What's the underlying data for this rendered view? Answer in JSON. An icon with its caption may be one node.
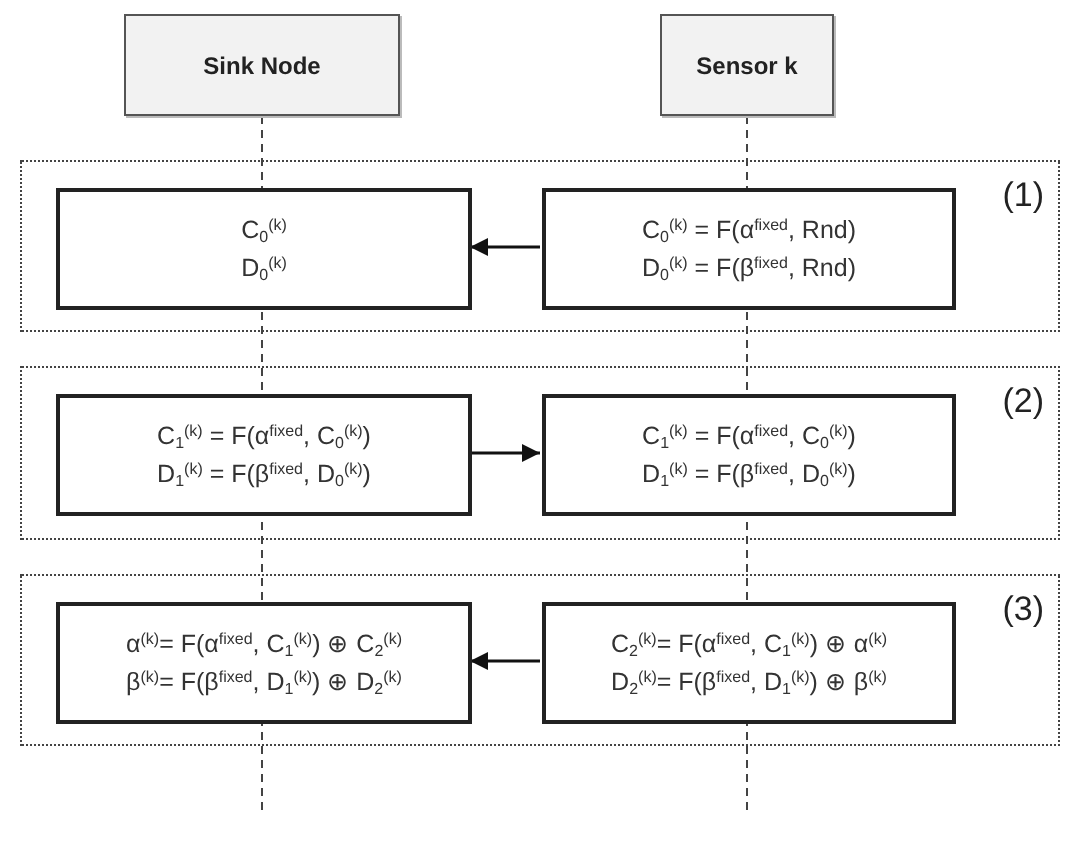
{
  "diagram": {
    "nodes": [
      {
        "text": [
          "Sink Node"
        ]
      },
      {
        "text": [
          "Sensor k"
        ]
      },
      {
        "text": [
          "(1)"
        ]
      },
      {
        "text": [
          "C$_{0}$$^{(k)}$",
          "D$_{0}$$^{(k)}$"
        ],
        "in": 2
      },
      {
        "text": [
          "C$_{0}$$^{(k)}$ = F(α$^{fixed}$, Rnd)",
          "D$_{0}$$^{(k)}$ = F(β$^{fixed}$, Rnd)"
        ],
        "in": 2
      },
      {
        "text": [
          "(2)"
        ]
      },
      {
        "text": [
          "C$_{1}$$^{(k)}$ = F(α$^{fixed}$, C$_{0}$$^{(k)}$)",
          "D$_{1}$$^{(k)}$ = F(β$^{fixed}$, D$_{0}$$^{(k)}$)"
        ],
        "in": 5
      },
      {
        "text": [
          "C$_{1}$$^{(k)}$ = F(α$^{fixed}$, C$_{0}$$^{(k)}$)",
          "D$_{1}$$^{(k)}$ = F(β$^{fixed}$, D$_{0}$$^{(k)}$)"
        ],
        "in": 5
      },
      {
        "text": [
          "(3)"
        ]
      },
      {
        "text": [
          "α$^{(k)}$= F(α$^{fixed}$, C$_{1}$$^{(k)}$) ⊕ C$_{2}$$^{(k)}$",
          "β$^{(k)}$= F(β$^{fixed}$, D$_{1}$$^{(k)}$) ⊕ D$_{2}$$^{(k)}$"
        ],
        "in": 8
      },
      {
        "text": [
          "C$_{2}$$^{(k)}$= F(α$^{fixed}$, C$_{1}$$^{(k)}$) ⊕ α$^{(k)}$",
          "D$_{2}$$^{(k)}$= F(β$^{fixed}$, D$_{1}$$^{(k)}$) ⊕ β$^{(k)}$"
        ],
        "in": 8
      }
    ],
    "edges": [
      {
        "from": 0,
        "to": null,
        "arrow": "none",
        "style": "dashed"
      },
      {
        "from": 1,
        "to": null,
        "arrow": "none",
        "style": "dashed"
      },
      {
        "from": 4,
        "to": 3,
        "arrow": "to"
      },
      {
        "from": 6,
        "to": 7,
        "arrow": "to"
      },
      {
        "from": 10,
        "to": 9,
        "arrow": "to"
      }
    ]
  }
}
